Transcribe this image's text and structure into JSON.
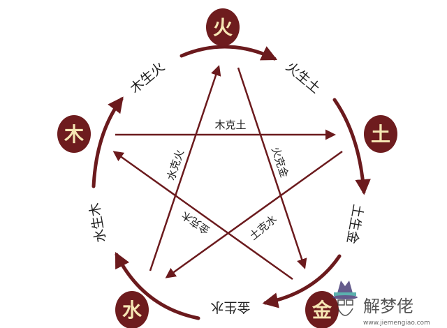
{
  "colors": {
    "line": "#6b1a1d",
    "circle": "#6e1c1e",
    "element_text": "#f6e7b4",
    "label_text": "#222222"
  },
  "elements": {
    "fire": "火",
    "earth": "土",
    "metal": "金",
    "water": "水",
    "wood": "木"
  },
  "generating": {
    "wood_fire": "木生火",
    "fire_earth": "火生土",
    "earth_metal": "土生金",
    "metal_water": "金生水",
    "water_wood": "水生木"
  },
  "overcoming": {
    "wood_earth": "木克土",
    "water_fire": "水克火",
    "fire_metal": "火克金",
    "metal_wood": "金克木",
    "earth_water": "土克水"
  },
  "watermark": {
    "brand": "解梦佬",
    "url": "www.jiemengiao.com"
  }
}
